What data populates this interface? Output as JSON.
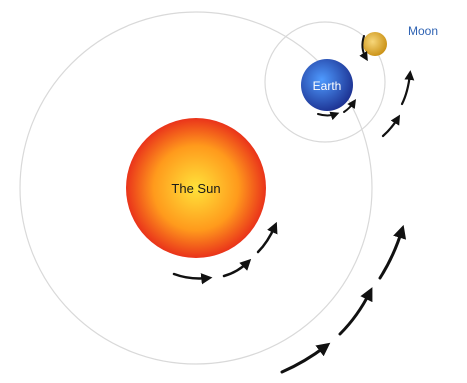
{
  "bodies": {
    "sun": {
      "label": "The Sun"
    },
    "earth": {
      "label": "Earth"
    },
    "moon": {
      "label": "Moon"
    }
  },
  "colors": {
    "sun_center": "#ffe23a",
    "sun_edge": "#e4191a",
    "earth_center": "#3f8cff",
    "earth_edge": "#1b2f8f",
    "moon_center": "#f7d77a",
    "moon_edge": "#c98f12",
    "orbit_line": "#d9d9d9",
    "arrow": "#111111",
    "moon_label": "#2f63b3"
  }
}
